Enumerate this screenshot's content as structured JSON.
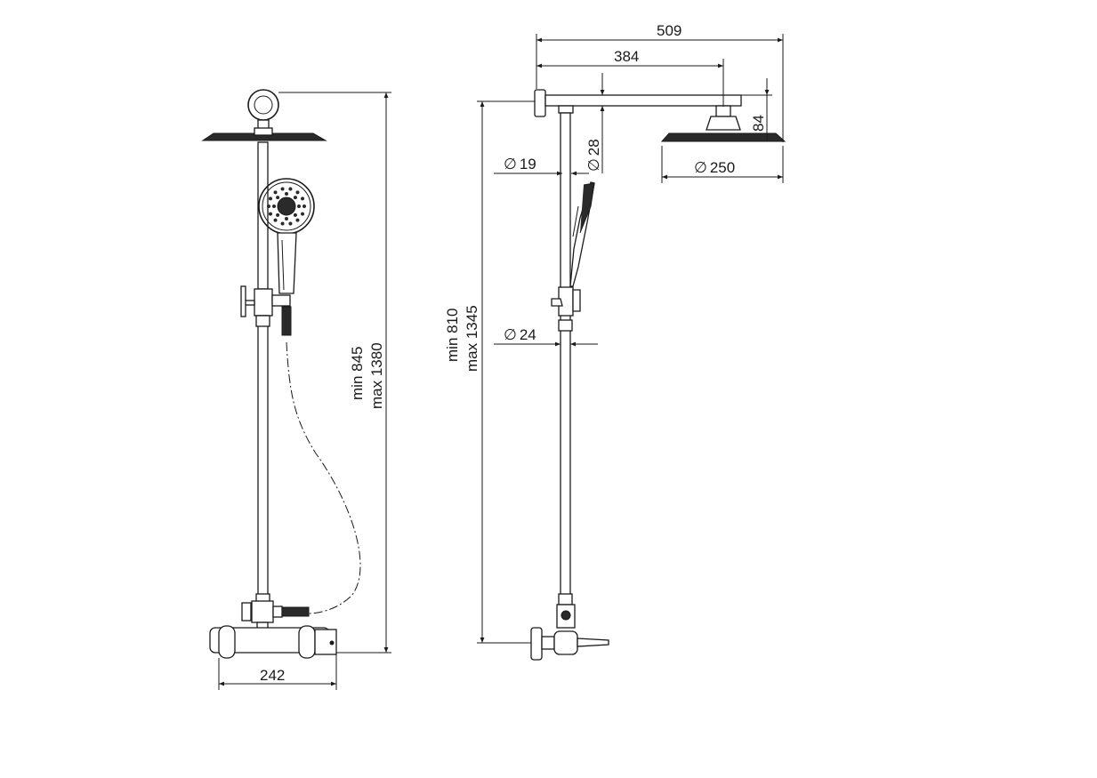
{
  "front_view": {
    "width_label": "242",
    "height_min_label": "min 845",
    "height_max_label": "max 1380"
  },
  "side_view": {
    "overall_width_label": "509",
    "arm_length_label": "384",
    "head_height_label": "84",
    "arm_diameter_label": "28",
    "hand_shower_rod_diameter_label": "19",
    "head_diameter_label": "250",
    "riser_diameter_label": "24",
    "height_min_label": "min 810",
    "height_max_label": "max 1345"
  },
  "diameter_symbol": "∅",
  "colors": {
    "line": "#1a1a1a",
    "background": "#ffffff"
  }
}
